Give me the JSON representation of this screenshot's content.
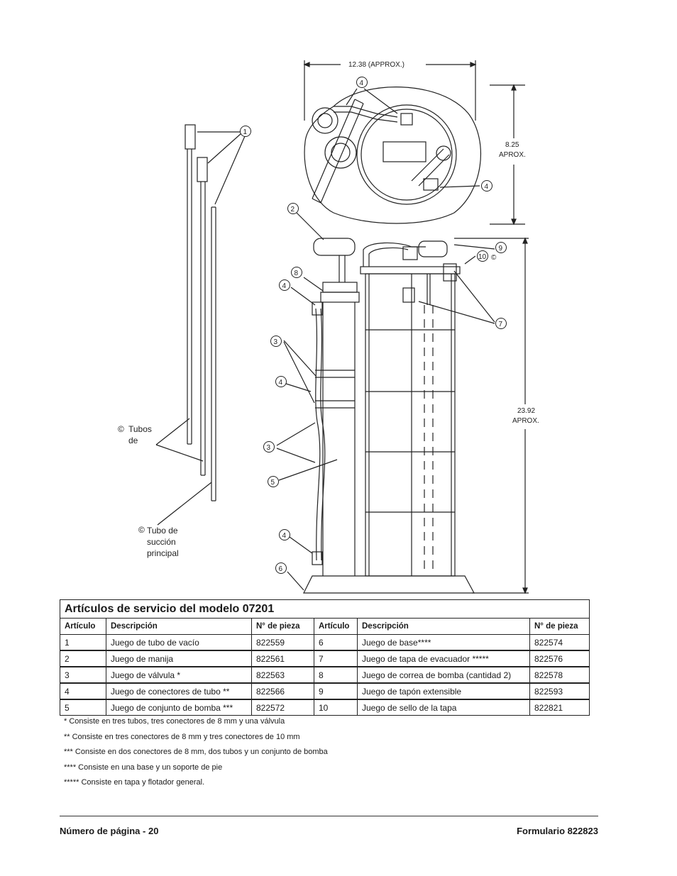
{
  "diagram": {
    "dimensions": {
      "width": "12.38  (APPROX.)",
      "depth_value": "8.25",
      "depth_unit": "APROX.",
      "height_value": "23.92",
      "height_unit": "APROX."
    },
    "callouts": [
      "1",
      "2",
      "3",
      "4",
      "5",
      "6",
      "7",
      "8",
      "9",
      "10"
    ],
    "copyright_mark": "©",
    "labels": {
      "tubes_1": "Tubos",
      "tubes_2": "de",
      "suction_1": "Tubo de",
      "suction_2": "succión",
      "suction_3": "principal"
    }
  },
  "table": {
    "title": "Artículos de servicio del modelo 07201",
    "headers": [
      "Artículo",
      "Descripción",
      "N° de pieza",
      "Artículo",
      "Descripción",
      "N° de pieza"
    ],
    "rows": [
      [
        "1",
        "Juego de tubo de vacío",
        "822559",
        "6",
        "Juego de base****",
        "822574"
      ],
      [
        "2",
        "Juego de manija",
        "822561",
        "7",
        "Juego de tapa de evacuador *****",
        "822576"
      ],
      [
        "3",
        "Juego de válvula *",
        "822563",
        "8",
        "Juego de correa de bomba (cantidad 2)",
        "822578"
      ],
      [
        "4",
        "Juego de conectores de tubo **",
        "822566",
        "9",
        "Juego de tapón extensible",
        "822593"
      ],
      [
        "5",
        "Juego de conjunto de bomba ***",
        "822572",
        "10",
        "Juego de sello de la tapa",
        "822821"
      ]
    ]
  },
  "footnotes": [
    "* Consiste en tres tubos, tres conectores de 8 mm y una válvula",
    "** Consiste en tres conectores de 8 mm y tres conectores de 10 mm",
    "*** Consiste en dos conectores de 8 mm, dos tubos y un conjunto de bomba",
    "**** Consiste en una base y un soporte de pie",
    "***** Consiste en tapa y flotador general."
  ],
  "footer": {
    "page": "Número de página - 20",
    "form": "Formulario 822823"
  }
}
